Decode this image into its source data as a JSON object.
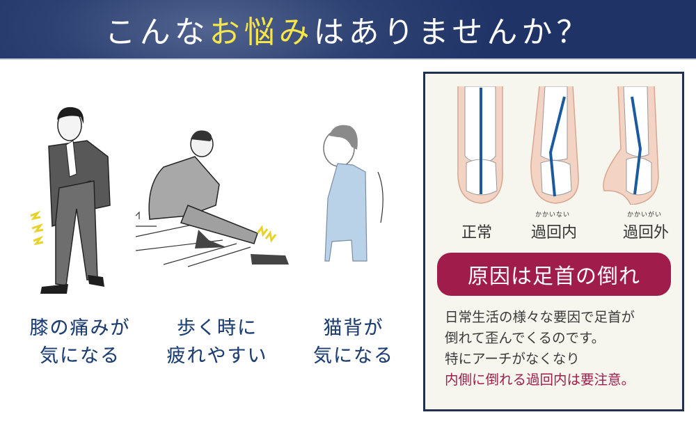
{
  "header": {
    "title_pre": "こんな",
    "title_highlight": "お悩み",
    "title_post": "はありませんか？",
    "highlight_color": "#f6e64a",
    "background_color": "#2d4172"
  },
  "concerns": [
    {
      "line1": "膝の痛みが",
      "line2": "気になる",
      "illustration": "man-holding-knee-in-pain"
    },
    {
      "line1": "歩く時に",
      "line2": "疲れやすい",
      "illustration": "man-sitting-on-stairs-tired"
    },
    {
      "line1": "猫背が",
      "line2": "気になる",
      "illustration": "man-with-hunched-back"
    }
  ],
  "panel": {
    "feet": [
      {
        "label": "正常",
        "ruby": ""
      },
      {
        "label": "過回内",
        "ruby": "かかいない"
      },
      {
        "label": "過回外",
        "ruby": "かかいがい"
      }
    ],
    "cause_label": "原因は足首の倒れ",
    "cause_color": "#a01d4b",
    "description": [
      "日常生活の様々な要因で足首が",
      "倒れて歪んでくるのです。",
      "特にアーチがなくなり"
    ],
    "warning": "内側に倒れる過回内は要注意。"
  }
}
